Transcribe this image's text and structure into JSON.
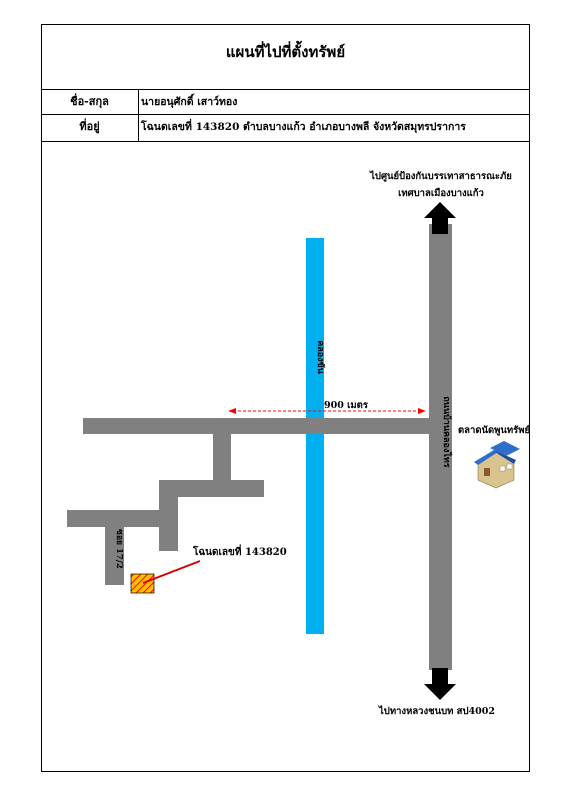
{
  "title": "แผนที่ไปที่ตั้งทรัพย์",
  "info": {
    "name_label": "ชื่อ-สกุล",
    "name_value": "นายอนุศักดิ์ เสาว์ทอง",
    "address_label": "ที่อยู่",
    "address_value": "โฉนดเลขที่ 143820 ตำบลบางแก้ว อำเภอบางพลี จังหวัดสมุทรปราการ"
  },
  "map": {
    "north_direction_line1": "ไปศูนย์ป้องกันบรรเทาสาธารณะภัย",
    "north_direction_line2": "เทศบาลเมืองบางแก้ว",
    "south_direction": "ไปทางหลวงชนบท สป4002",
    "canal_label": "คลองขัน",
    "distance_label": "900 เมตร",
    "main_road_label": "ถนนบ้านคลองไทร",
    "soi_label": "ซอย 17/2",
    "plot_label": "โฉนดเลขที่ 143820",
    "market_label": "ตลาดนัดพูนทรัพย์"
  },
  "colors": {
    "road": "#808080",
    "canal": "#00b0f0",
    "distance_marker": "#ff0000",
    "plot_fill": "#ffc000",
    "plot_hatch": "#ff0000",
    "arrow": "#000000"
  },
  "icons": {
    "north_arrow": "arrow-up-icon",
    "south_arrow": "arrow-down-icon",
    "market": "building-icon"
  }
}
